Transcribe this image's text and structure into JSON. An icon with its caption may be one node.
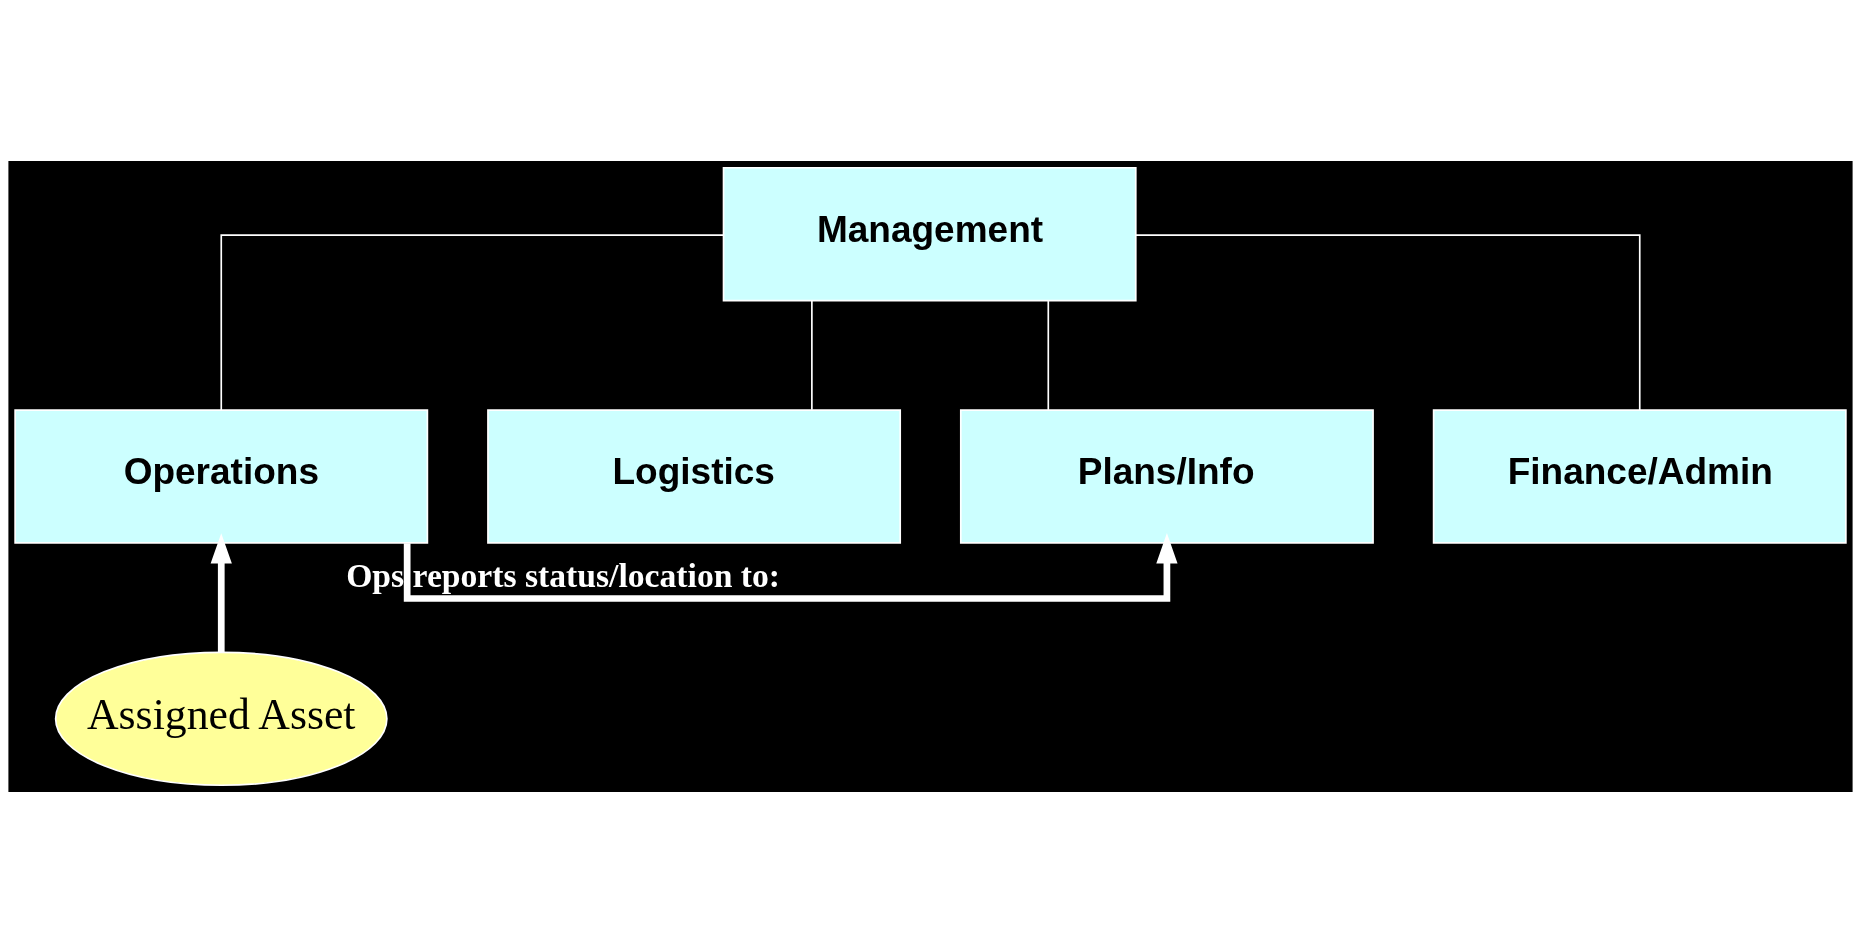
{
  "diagram": {
    "nodes": [
      {
        "text": [
          "Management"
        ]
      },
      {
        "text": [
          "Operations"
        ]
      },
      {
        "text": [
          "Logistics"
        ]
      },
      {
        "text": [
          "Plans/Info"
        ]
      },
      {
        "text": [
          "Finance/Admin"
        ]
      },
      {
        "text": [
          "Assigned Asset"
        ]
      }
    ],
    "edges": [
      {
        "from": 0,
        "to": 1,
        "arrow": "none"
      },
      {
        "from": 0,
        "to": 2,
        "arrow": "none"
      },
      {
        "from": 0,
        "to": 3,
        "arrow": "none"
      },
      {
        "from": 0,
        "to": 4,
        "arrow": "none"
      },
      {
        "from": 5,
        "to": 1,
        "arrow": "to",
        "style": "thick"
      },
      {
        "from": 1,
        "to": 3,
        "arrow": "to",
        "style": "thick",
        "label": "Ops reports status/location to:"
      }
    ]
  }
}
